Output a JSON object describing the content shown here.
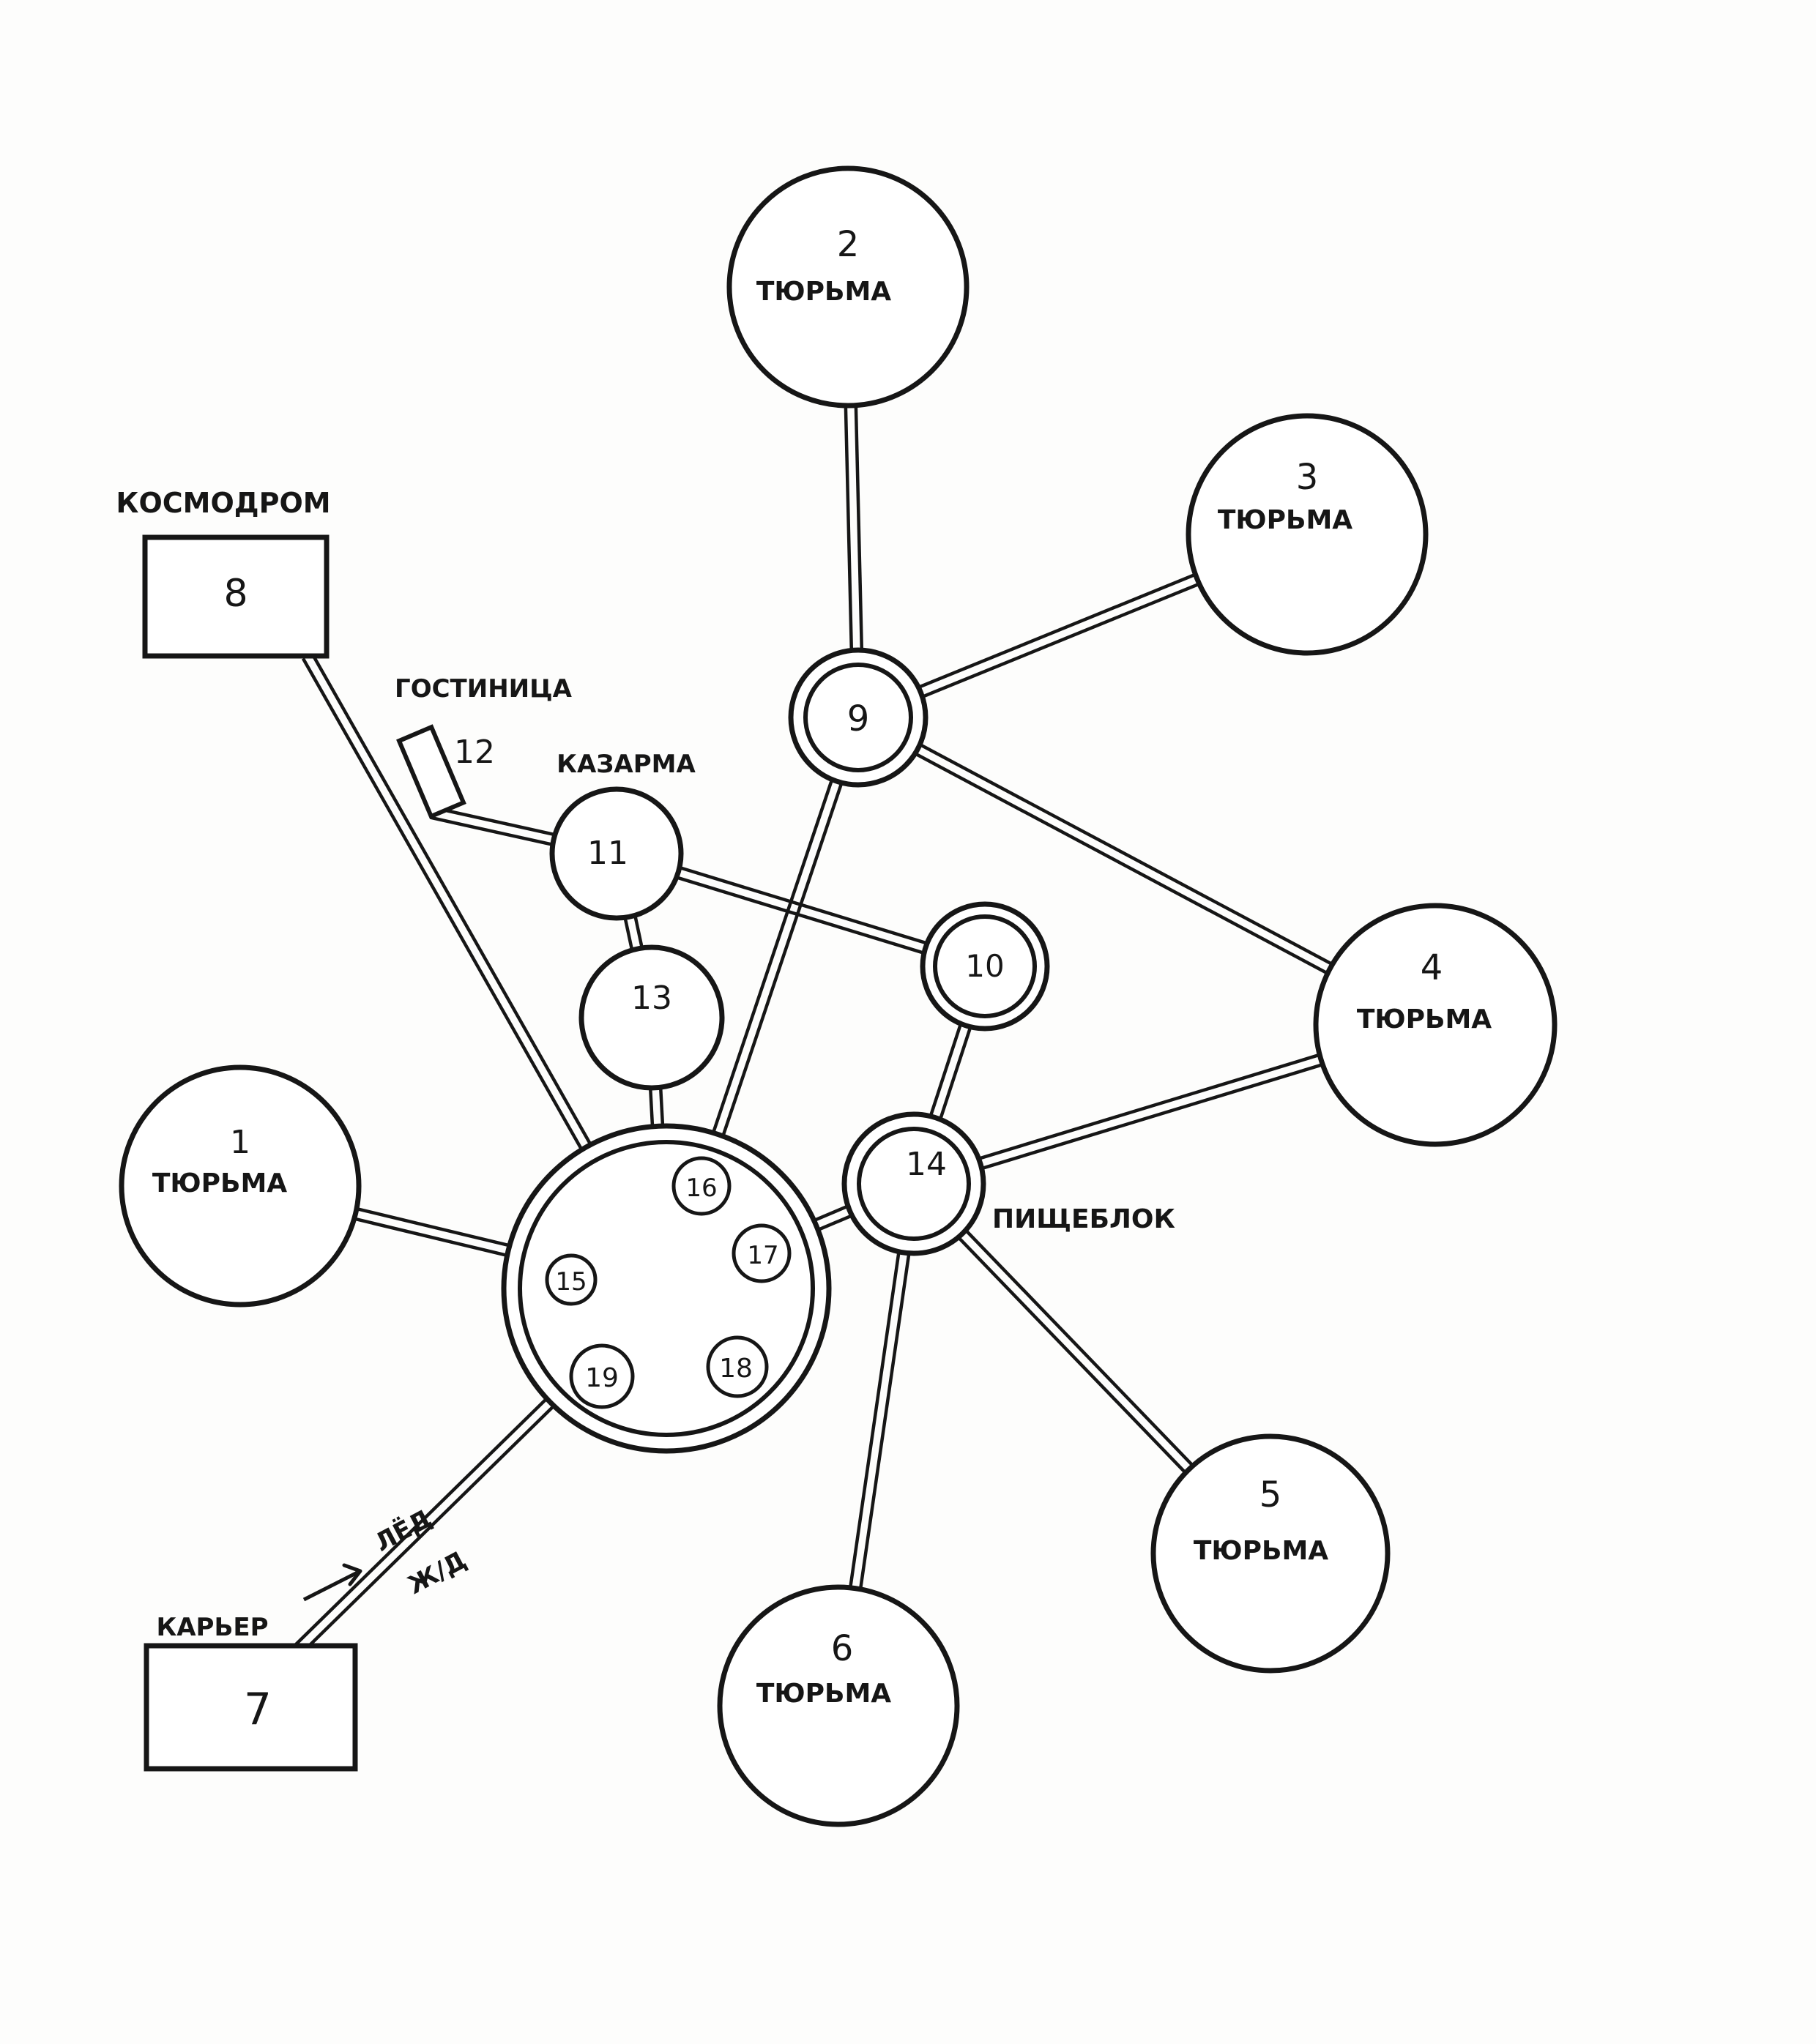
{
  "colors": {
    "ink": "#161616",
    "paper": "#fdfdfc"
  },
  "nodes": {
    "n1": {
      "number": "1",
      "label": "ТЮРЬМА"
    },
    "n2": {
      "number": "2",
      "label": "ТЮРЬМА"
    },
    "n3": {
      "number": "3",
      "label": "ТЮРЬМА"
    },
    "n4": {
      "number": "4",
      "label": "ТЮРЬМА"
    },
    "n5": {
      "number": "5",
      "label": "ТЮРЬМА"
    },
    "n6": {
      "number": "6",
      "label": "ТЮРЬМА"
    },
    "n7": {
      "number": "7",
      "label": "КАРЬЕР"
    },
    "n8": {
      "number": "8",
      "label": "КОСМОДРОМ"
    },
    "n9": {
      "number": "9"
    },
    "n10": {
      "number": "10"
    },
    "n11": {
      "number": "11",
      "label": "КАЗАРМА"
    },
    "n12": {
      "number": "12",
      "label": "ГОСТИНИЦА"
    },
    "n13": {
      "number": "13"
    },
    "n14": {
      "number": "14",
      "label": "ПИЩЕБЛОК"
    },
    "n15": {
      "number": "15"
    },
    "n16": {
      "number": "16"
    },
    "n17": {
      "number": "17"
    },
    "n18": {
      "number": "18"
    },
    "n19": {
      "number": "19"
    }
  },
  "annotations": {
    "ice": "ЛЁД",
    "rail": "Ж/Д"
  },
  "edges": [
    [
      "n2",
      "n9"
    ],
    [
      "n3",
      "n9"
    ],
    [
      "n9",
      "n4"
    ],
    [
      "n9",
      "hub"
    ],
    [
      "n8",
      "hub"
    ],
    [
      "n12",
      "n11"
    ],
    [
      "n11",
      "n13"
    ],
    [
      "n11",
      "n10"
    ],
    [
      "n10",
      "n14"
    ],
    [
      "n13",
      "hub"
    ],
    [
      "n1",
      "hub"
    ],
    [
      "n4",
      "n14"
    ],
    [
      "n14",
      "hub"
    ],
    [
      "n14",
      "n5"
    ],
    [
      "n14",
      "n6"
    ],
    [
      "n7",
      "hub"
    ]
  ]
}
